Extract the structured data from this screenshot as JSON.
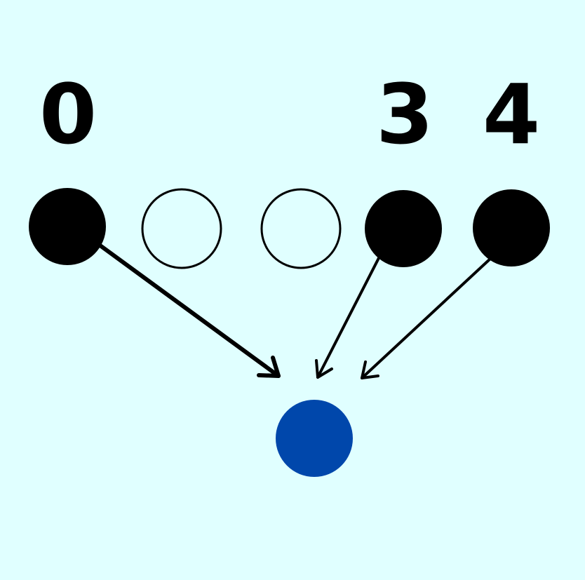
{
  "diagram": {
    "background_color": "#e0ffff",
    "filled_color": "#000000",
    "target_color": "#0047ab",
    "nodes": [
      {
        "id": "n0",
        "label": "0",
        "filled": true
      },
      {
        "id": "n1",
        "label": "",
        "filled": false
      },
      {
        "id": "n2",
        "label": "",
        "filled": false
      },
      {
        "id": "n3",
        "label": "3",
        "filled": true
      },
      {
        "id": "n4",
        "label": "4",
        "filled": true
      }
    ],
    "target": {
      "id": "target"
    },
    "edges": [
      {
        "from": "n0",
        "to": "target"
      },
      {
        "from": "n3",
        "to": "target"
      },
      {
        "from": "n4",
        "to": "target"
      }
    ]
  }
}
